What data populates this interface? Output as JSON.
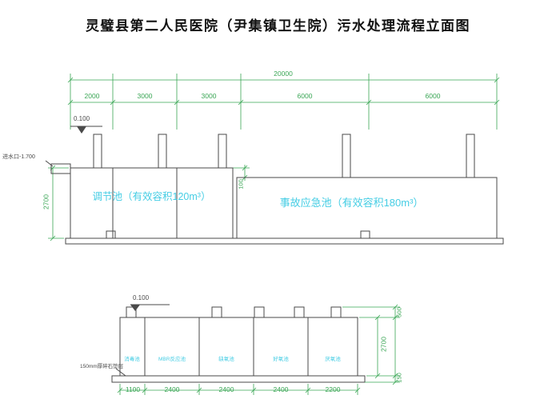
{
  "title": "灵璧县第二人民医院（尹集镇卫生院）污水处理流程立面图",
  "colors": {
    "dimension": "#3aa655",
    "label": "#45cde4",
    "line": "#4a4a4a"
  },
  "upper_view": {
    "total_dim": "20000",
    "segments": [
      "2000",
      "3000",
      "3000",
      "6000",
      "6000"
    ],
    "elevation": "0.100",
    "inlet": "进水口-1.700",
    "height_dim": "2700",
    "step_dim": "100",
    "tanks": [
      {
        "label": "调节池（有效容积120m³）"
      },
      {
        "label": "事故应急池（有效容积180m³）"
      }
    ]
  },
  "lower_view": {
    "elevation": "0.100",
    "compartments": [
      "消毒池",
      "MBR反应池",
      "缺氧池",
      "好氧池",
      "厌氧池"
    ],
    "bottom_dims": [
      "1100",
      "2400",
      "2400",
      "2400",
      "2200"
    ],
    "height_dims": {
      "stub": "500",
      "tank": "2700",
      "slab": "150"
    },
    "base_note": "150mm厚碎石垫层"
  }
}
